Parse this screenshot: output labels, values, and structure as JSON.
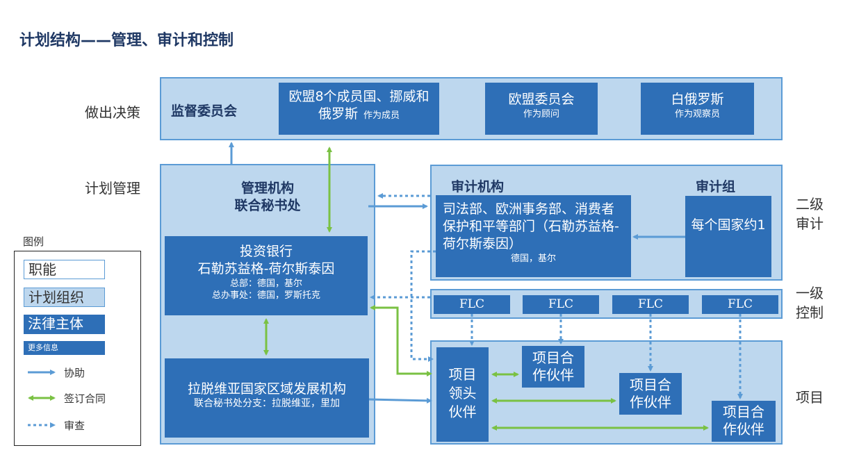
{
  "title": "计划结构——管理、审计和控制",
  "row_labels": {
    "decision": "做出决策",
    "management": "计划管理",
    "level2": "二级\n审计",
    "level1": "一级\n控制",
    "project": "项目"
  },
  "decision_panel": {
    "title": "监督委员会",
    "members": {
      "main": "欧盟8个成员国、挪威和俄罗斯",
      "sub": "作为成员"
    },
    "commission": {
      "main": "欧盟委员会",
      "sub": "作为顾问"
    },
    "belarus": {
      "main": "白俄罗斯",
      "sub": "作为观察员"
    }
  },
  "management_panel": {
    "title_line1": "管理机构",
    "title_line2": "联合秘书处",
    "bank": {
      "line1": "投资银行",
      "line2": "石勒苏益格-荷尔斯泰因",
      "line3": "总部：德国，基尔",
      "line4": "总办事处：德国，罗斯托克"
    },
    "latvia": {
      "line1": "拉脱维亚国家区域发展机构",
      "line2": "联合秘书处分支：拉脱维亚，里加"
    }
  },
  "audit_panel": {
    "title": "审计机构",
    "group_title": "审计组",
    "authority": {
      "main": "司法部、欧洲事务部、消费者保护和平等部门（石勒苏益格-荷尔斯泰因）",
      "sub": "德国，基尔"
    },
    "group": {
      "main": "每个国家约1"
    }
  },
  "flc_labels": [
    "FLC",
    "FLC",
    "FLC",
    "FLC"
  ],
  "project_panel": {
    "lead": "项目领头伙伴",
    "partners": [
      "项目合作伙伴",
      "项目合作伙伴",
      "项目合作伙伴"
    ]
  },
  "legend": {
    "heading": "图例",
    "function": "职能",
    "org": "计划组织",
    "legal": "法律主体",
    "more": "更多信息",
    "assist": "协助",
    "contract": "签订合同",
    "review": "审查"
  },
  "colors": {
    "panel_fill": "#bdd7ee",
    "panel_border": "#5b9bd5",
    "dark_box": "#2e6fb7",
    "assist_arrow": "#5b9bd5",
    "contract_arrow": "#7ac143",
    "review_arrow": "#5b9bd5"
  }
}
